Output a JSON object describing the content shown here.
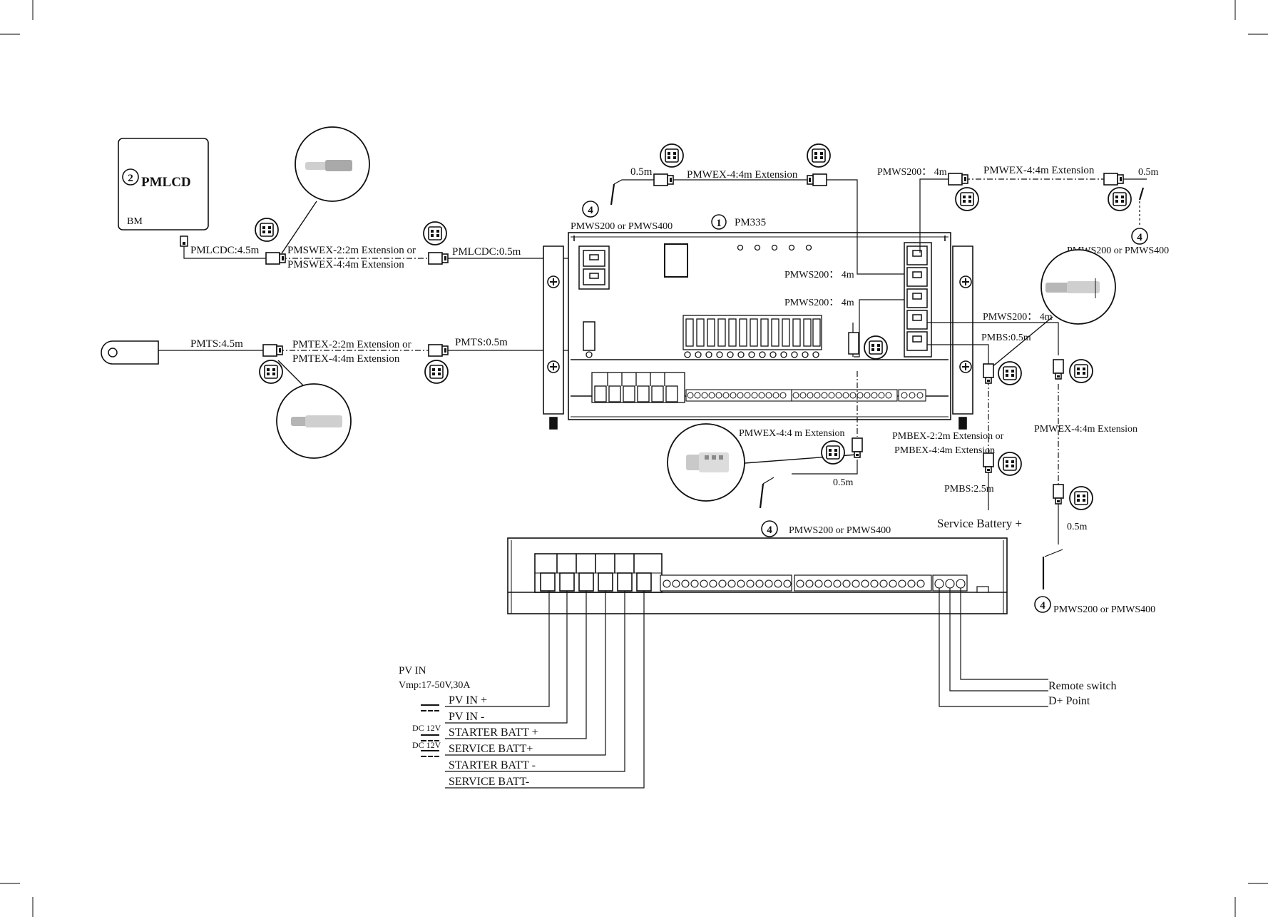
{
  "diagram": {
    "pmlcd": {
      "num": "2",
      "name": "PMLCD",
      "sub": "BM"
    },
    "pm335": {
      "num": "1",
      "name": "PM335"
    },
    "cables": {
      "pmlcdc_45": "PMLCDC:4.5m",
      "pmswex_1": "PMSWEX-2:2m Extension or",
      "pmswex_2": "PMSWEX-4:4m Extension",
      "pmlcdc_05": "PMLCDC:0.5m",
      "pmts_45": "PMTS:4.5m",
      "pmtex_1": "PMTEX-2:2m Extension or",
      "pmtex_2": "PMTEX-4:4m Extension",
      "pmts_05": "PMTS:0.5m",
      "top_05": "0.5m",
      "top_pmwex": "PMWEX-4:4m Extension",
      "top_sensor": "PMWS200 or PMWS400",
      "right_pmws": "PMWS200： 4m",
      "right_pmwex": "PMWEX-4:4m Extension",
      "right_05": "0.5m",
      "right_sensor": "PMWS200 or PMWS400",
      "int_pmws_1": "PMWS200： 4m",
      "int_pmws_2": "PMWS200： 4m",
      "r_pmws_4m": "PMWS200： 4m",
      "pmbs_05": "PMBS:0.5m",
      "mid_pmwex": "PMWEX-4:4 m Extension",
      "mid_05": "0.5m",
      "mid_sensor": "PMWS200 or PMWS400",
      "pmbex_1": "PMBEX-2:2m Extension or",
      "pmbex_2": "PMBEX-4:4m Extension",
      "pmbs_25": "PMBS:2.5m",
      "service_batt": "Service Battery +",
      "far_pmwex": "PMWEX-4:4m Extension",
      "far_05": "0.5m",
      "far_sensor": "PMWS200 or PMWS400"
    },
    "sensor_num": "4",
    "pv_in": {
      "title": "PV  IN",
      "spec": "Vmp:17-50V,30A"
    },
    "dc_label": "DC 12V",
    "terminals": [
      "PV  IN +",
      "PV  IN -",
      "STARTER  BATT +",
      "SERVICE BATT+",
      "STARTER  BATT -",
      "SERVICE BATT-"
    ],
    "remote_switch": "Remote switch",
    "d_point": "D+ Point"
  }
}
